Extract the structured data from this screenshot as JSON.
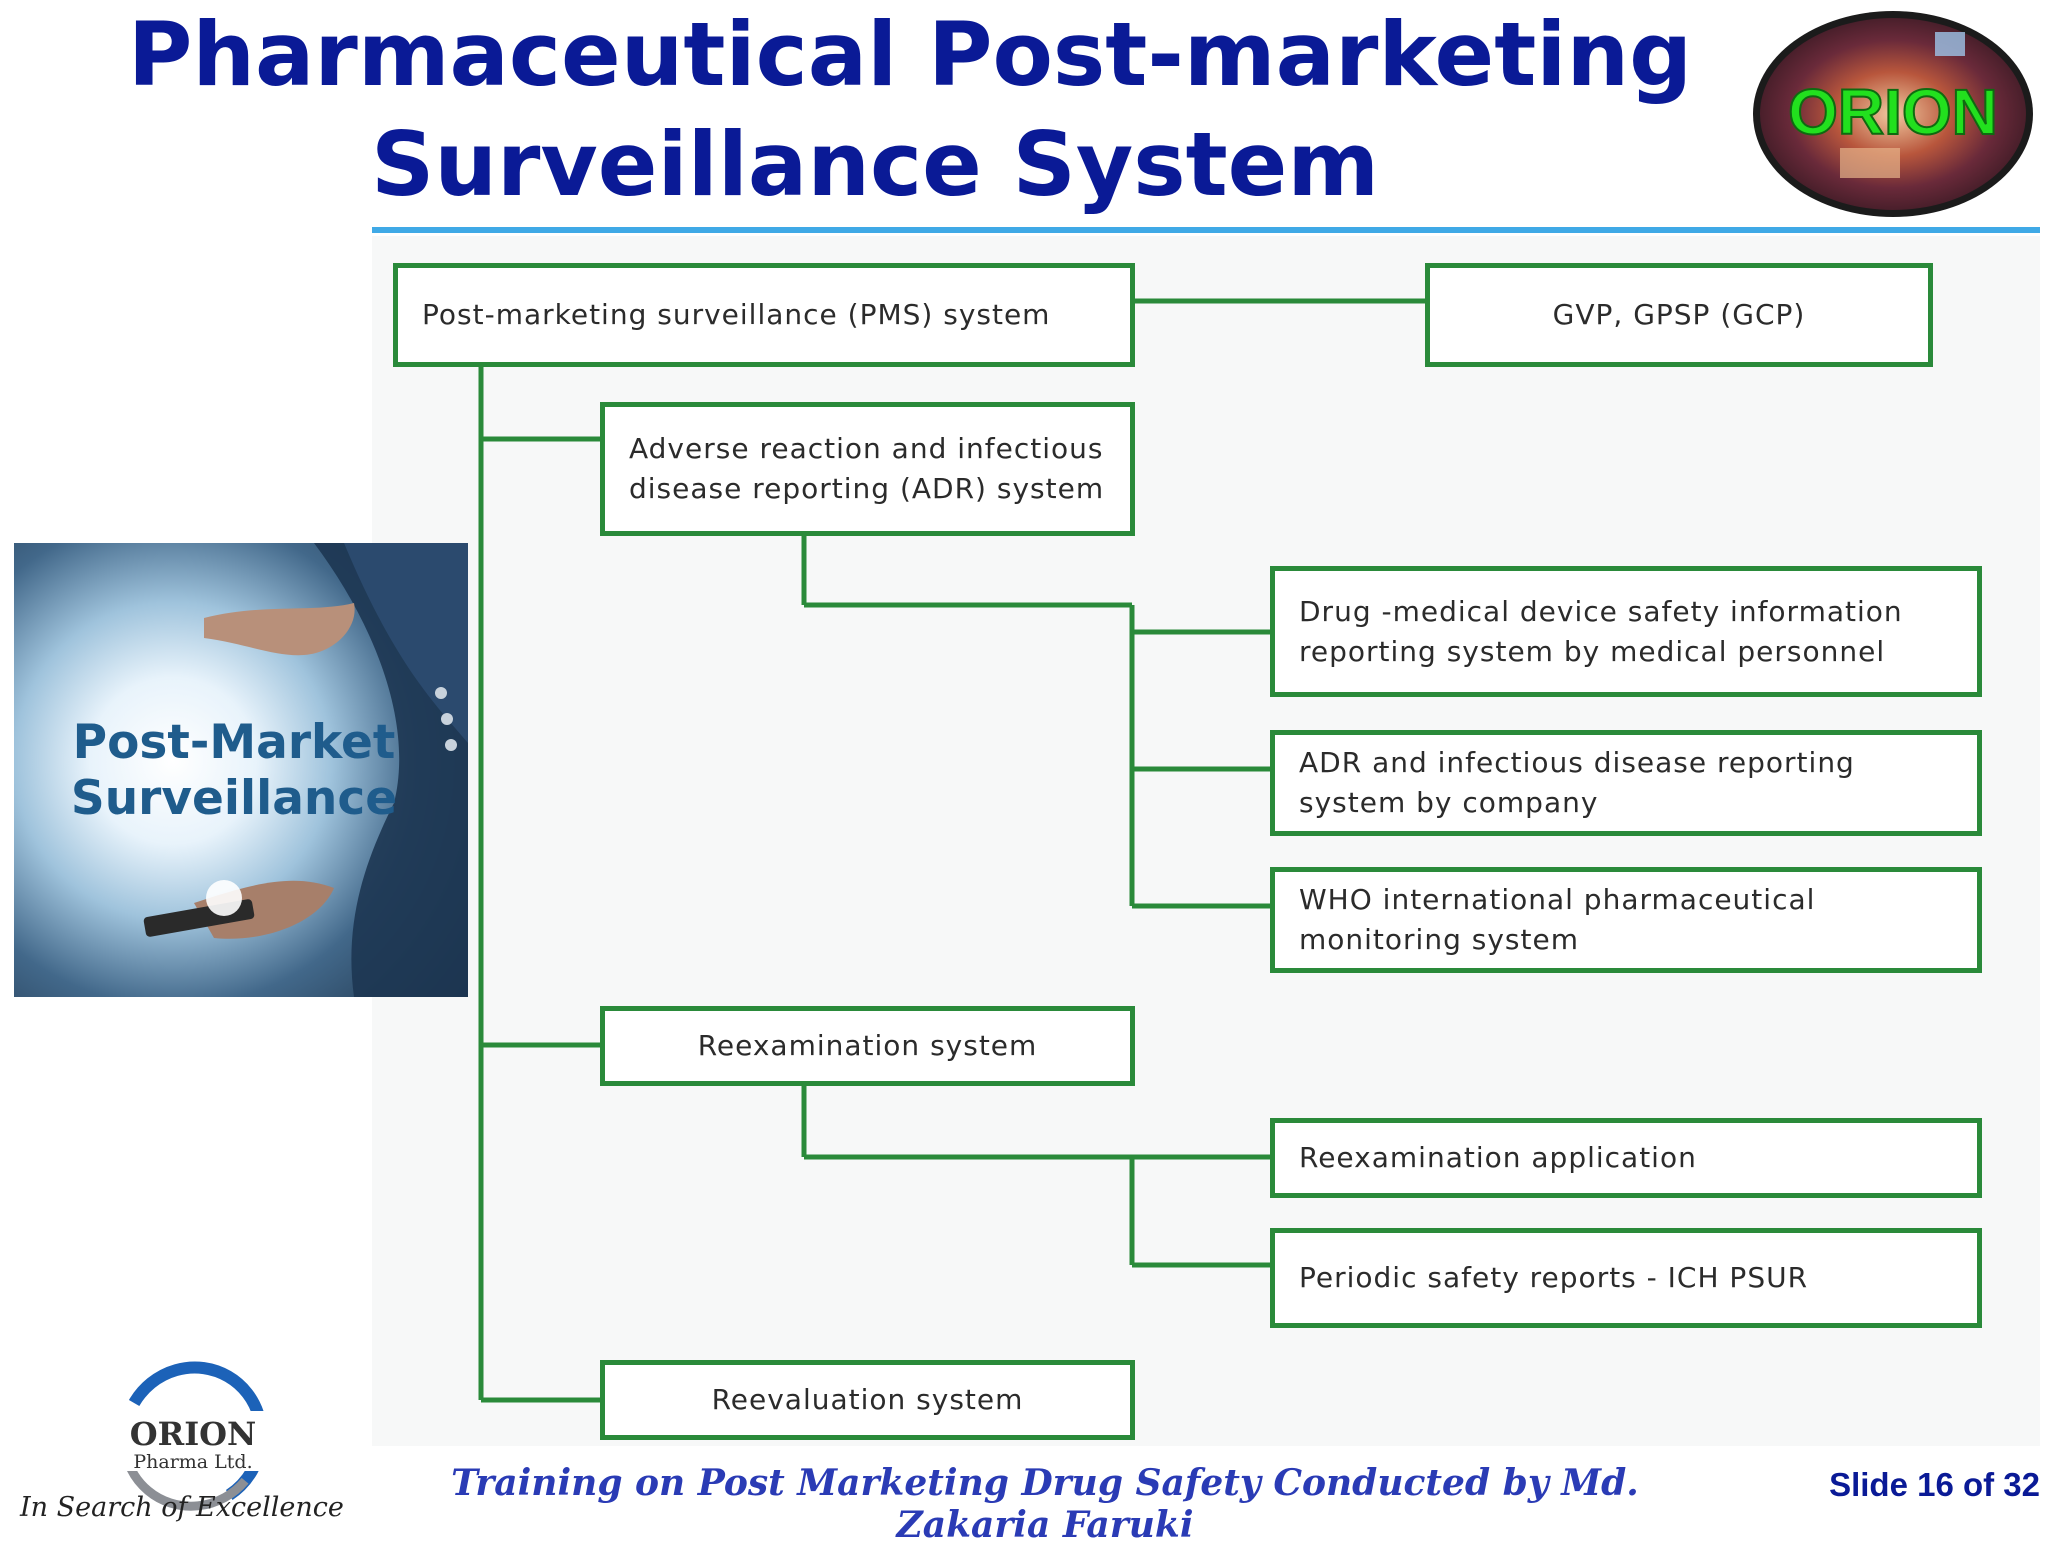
{
  "header": {
    "title_line1": "Pharmaceutical Post-marketing",
    "title_line2": "Surveillance System",
    "logo_text": "ORION"
  },
  "diagram": {
    "root": "Post-marketing surveillance (PMS) system",
    "standards": "GVP, GPSP (GCP)",
    "adr_system": "Adverse reaction and infectious disease reporting (ADR) system",
    "adr_children": [
      "Drug -medical device safety information reporting system by medical personnel",
      "ADR and infectious disease reporting system by company",
      "WHO international pharmaceutical monitoring system"
    ],
    "reexam_system": "Reexamination system",
    "reexam_children": [
      "Reexamination application",
      "Periodic safety reports - ICH PSUR"
    ],
    "reeval_system": "Reevaluation system"
  },
  "photo": {
    "line1": "Post-Market",
    "line2": "Surveillance"
  },
  "footer": {
    "company_name": "ORION",
    "company_sub": "Pharma Ltd.",
    "tagline": "In Search of Excellence",
    "training_text": "Training on  Post Marketing Drug Safety Conducted by Md. Zakaria Faruki",
    "slide_number": "Slide 16 of 32"
  },
  "colors": {
    "title": "#0a1a96",
    "connector": "#2a8a3a",
    "accent_rule": "#3fa9e6",
    "footer_text": "#2a3bb5"
  }
}
